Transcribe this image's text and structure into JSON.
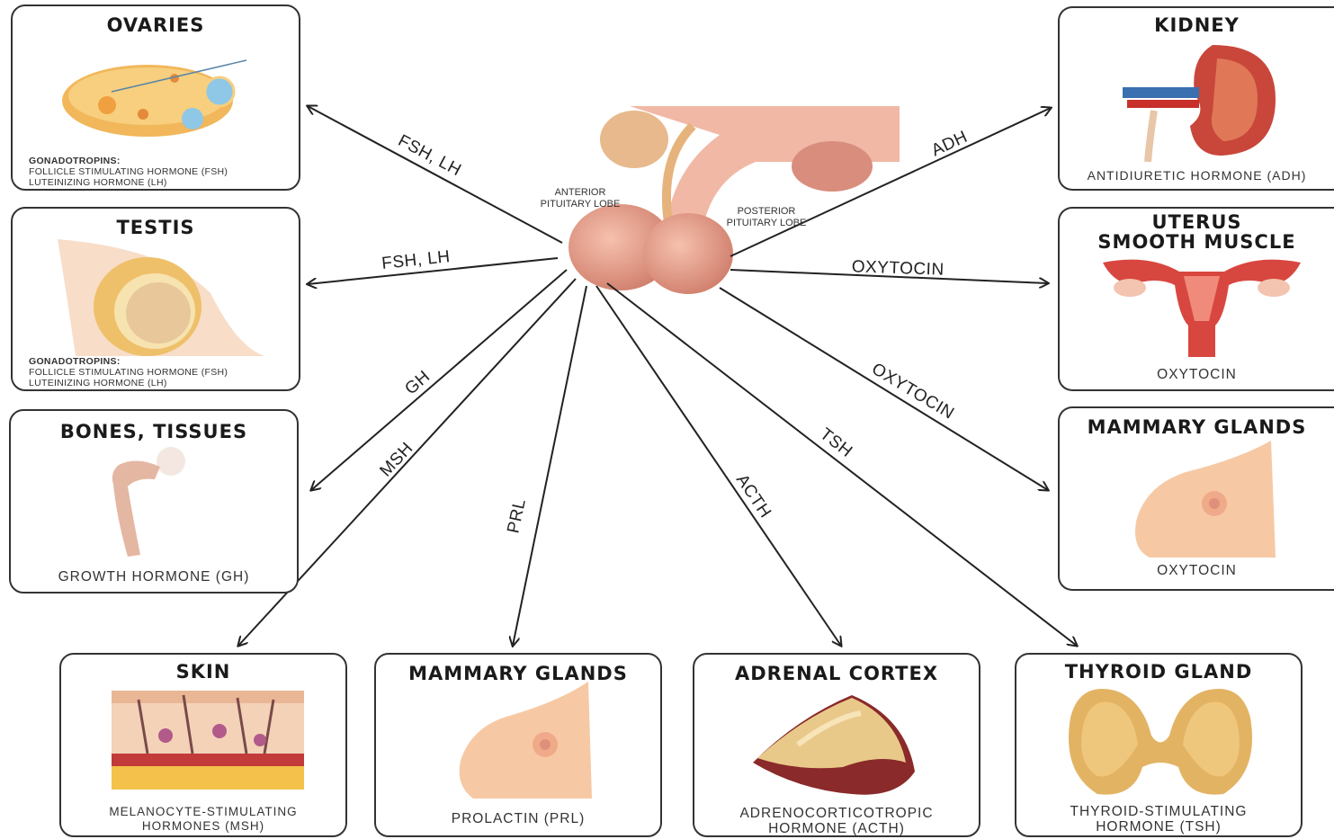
{
  "center": {
    "anterior_label_1": "ANTERIOR",
    "anterior_label_2": "PITUITARY LOBE",
    "posterior_label_1": "POSTERIOR",
    "posterior_label_2": "PITUITARY LOBE"
  },
  "arrows": {
    "ovaries": "FSH, LH",
    "testis": "FSH, LH",
    "bones": "GH",
    "skin": "MSH",
    "prl": "PRL",
    "acth": "ACTH",
    "tsh": "TSH",
    "kidney": "ADH",
    "uterus": "OXYTOCIN",
    "mammary_right": "OXYTOCIN"
  },
  "boxes": {
    "ovaries": {
      "title": "OVARIES",
      "gonadotropins": "GONADOTROPINS:",
      "line1": "FOLLICLE STIMULATING HORMONE (FSH)",
      "line2": "LUTEINIZING HORMONE (LH)"
    },
    "testis": {
      "title": "TESTIS",
      "gonadotropins": "GONADOTROPINS:",
      "line1": "FOLLICLE STIMULATING HORMONE (FSH)",
      "line2": "LUTEINIZING HORMONE (LH)"
    },
    "bones": {
      "title": "BONES, TISSUES",
      "caption": "GROWTH HORMONE (GH)"
    },
    "kidney": {
      "title": "KIDNEY",
      "caption": "ANTIDIURETIC HORMONE (ADH)"
    },
    "uterus": {
      "title_1": "UTERUS",
      "title_2": "SMOOTH MUSCLE",
      "caption": "OXYTOCIN"
    },
    "mammary_right": {
      "title": "MAMMARY GLANDS",
      "caption": "OXYTOCIN"
    },
    "skin": {
      "title": "SKIN",
      "caption_1": "MELANOCYTE-STIMULATING",
      "caption_2": "HORMONES (MSH)"
    },
    "mammary_bottom": {
      "title": "MAMMARY GLANDS",
      "caption": "PROLACTIN (PRL)"
    },
    "adrenal": {
      "title": "ADRENAL CORTEX",
      "caption_1": "ADRENOCORTICOTROPIC",
      "caption_2": "HORMONE (ACTH)"
    },
    "thyroid": {
      "title": "THYROID GLAND",
      "caption_1": "THYROID-STIMULATING",
      "caption_2": "HORMONE (TSH)"
    }
  },
  "colors": {
    "skin_tone": "#f6c9a4",
    "pituitary": "#e8a58f",
    "ovary": "#f1b75a",
    "kidney": "#c8473a",
    "thyroid": "#e3b364",
    "adrenal": "#e9c98a",
    "line": "#222222"
  }
}
